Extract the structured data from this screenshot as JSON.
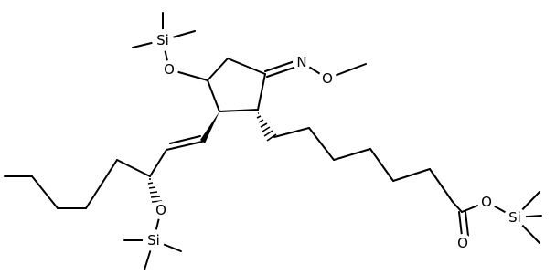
{
  "molecule": {
    "atoms": [
      {
        "id": "si_top",
        "label": "Si"
      },
      {
        "id": "o_top",
        "label": "O"
      },
      {
        "id": "n_oxime",
        "label": "N"
      },
      {
        "id": "o_methoxy",
        "label": "O"
      },
      {
        "id": "o_side",
        "label": "O"
      },
      {
        "id": "si_side",
        "label": "Si"
      },
      {
        "id": "o_carbonyl",
        "label": "O"
      },
      {
        "id": "o_ester",
        "label": "O"
      },
      {
        "id": "si_ester",
        "label": "Si"
      }
    ]
  }
}
